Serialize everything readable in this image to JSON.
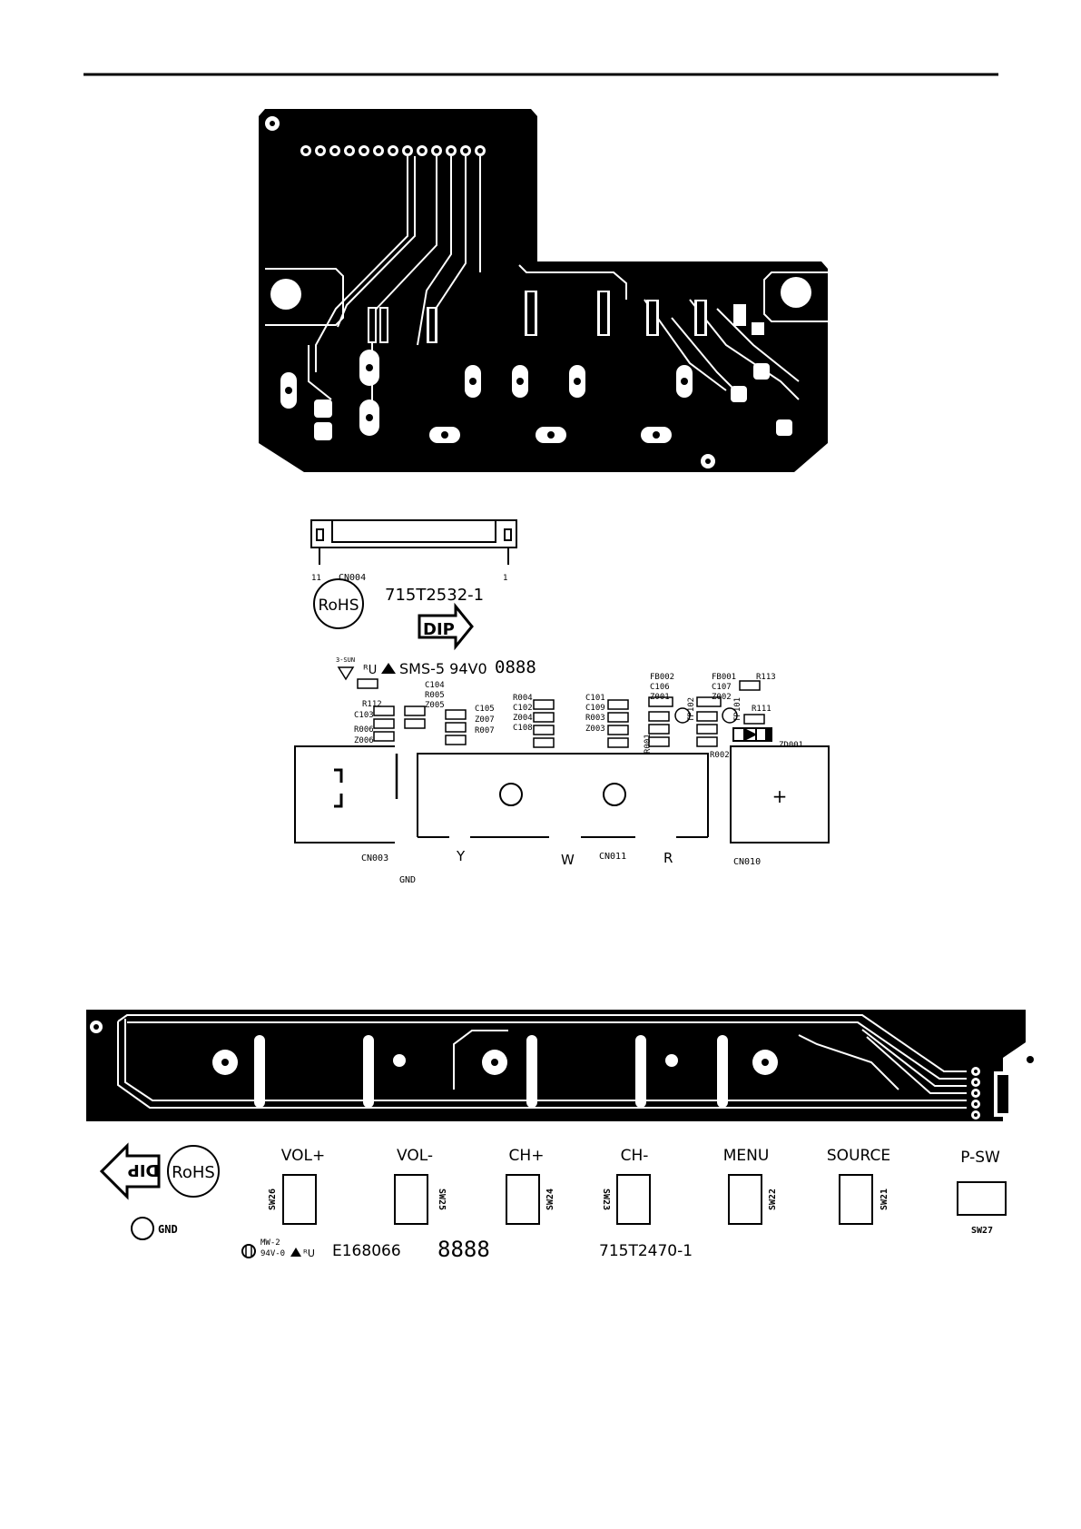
{
  "board_a": {
    "part_number": "715T2532-1",
    "rohs_label": "RoHS",
    "dip_label": "DIP",
    "vendor_mark": "3-SUN",
    "material_code": "SMS-5 94V0",
    "date_code": "0888",
    "gnd_label": "GND",
    "connector_labels": [
      "CN004",
      "CN003",
      "CN011",
      "CN010"
    ],
    "pin_labels": {
      "first": "11",
      "last": "1"
    },
    "color_labels": [
      "Y",
      "W",
      "R"
    ],
    "component_labels": [
      "R112",
      "C103",
      "R006",
      "Z006",
      "C104",
      "R005",
      "Z005",
      "C105",
      "Z007",
      "R007",
      "R004",
      "C102",
      "Z004",
      "C108",
      "C101",
      "C109",
      "R003",
      "Z003",
      "R001",
      "FB002",
      "C106",
      "Z001",
      "TP102",
      "FB001",
      "C107",
      "Z002",
      "TP101",
      "R113",
      "R111",
      "R002",
      "ZD001"
    ],
    "plus_symbol": "+"
  },
  "board_b": {
    "part_number": "715T2470-1",
    "rohs_label": "RoHS",
    "dip_label": "DIP",
    "gnd_label": "GND",
    "cert_code": "E168066",
    "material_code_1": "MW-2",
    "material_code_2": "94V-0",
    "date_code": "8888",
    "buttons": [
      {
        "label": "VOL+",
        "sw": "SW26"
      },
      {
        "label": "VOL-",
        "sw": "SW25"
      },
      {
        "label": "CH+",
        "sw": "SW24"
      },
      {
        "label": "CH-",
        "sw": "SW23"
      },
      {
        "label": "MENU",
        "sw": "SW22"
      },
      {
        "label": "SOURCE",
        "sw": "SW21"
      },
      {
        "label": "P-SW",
        "sw": "SW27"
      }
    ]
  }
}
